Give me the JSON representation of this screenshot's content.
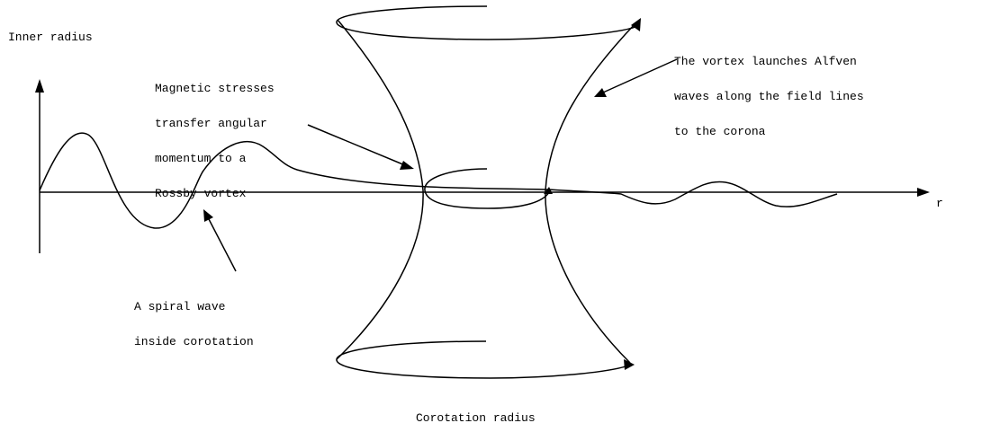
{
  "labels": {
    "inner_radius": "Inner radius",
    "magnetic_stresses": [
      "Magnetic stresses",
      "transfer angular",
      "momentum to a",
      "Rossby vortex"
    ],
    "vortex_launches": [
      "The vortex launches Alfven",
      "waves along the field lines",
      "to the corona"
    ],
    "spiral_wave": [
      "A spiral wave",
      "inside corotation"
    ],
    "r_axis": "r",
    "corotation_radius": "Corotation radius"
  },
  "colors": {
    "ink": "#000000",
    "background": "#ffffff"
  }
}
